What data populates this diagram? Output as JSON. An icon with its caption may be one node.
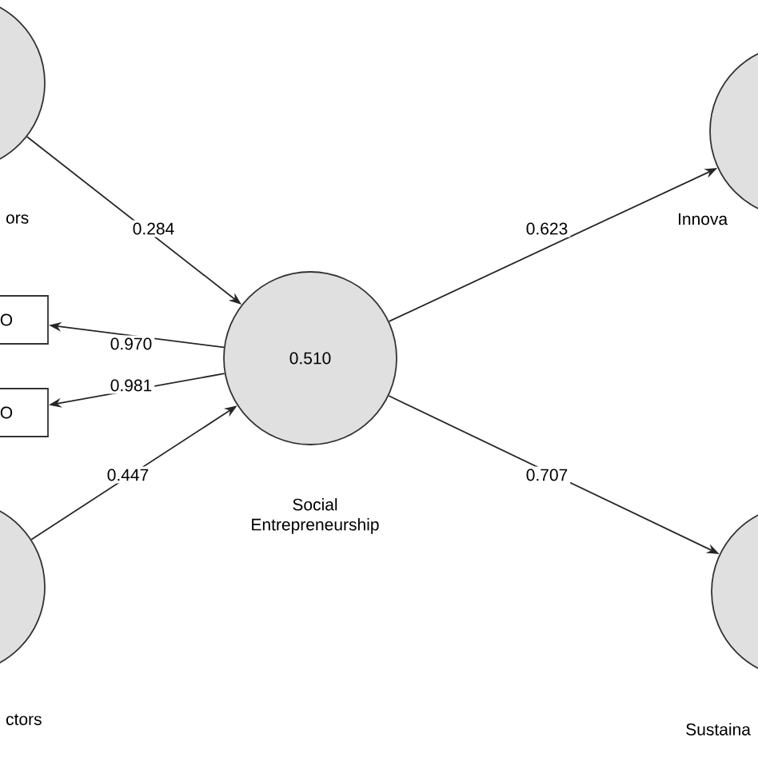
{
  "diagram": {
    "nodes": [
      {
        "text": [
          "ors"
        ]
      },
      {
        "text": [
          "Innova"
        ]
      },
      {
        "text": [
          "O"
        ]
      },
      {
        "text": [
          "O"
        ]
      },
      {
        "text": [
          "0.510",
          "Social Entrepreneurship"
        ]
      },
      {
        "text": [
          "ctors"
        ]
      },
      {
        "text": [
          "Sustaina"
        ]
      }
    ],
    "edges": [
      {
        "from": 0,
        "to": 4,
        "arrow": "to",
        "label": "0.284"
      },
      {
        "from": 4,
        "to": 1,
        "arrow": "to",
        "label": "0.623"
      },
      {
        "from": 4,
        "to": 2,
        "arrow": "to",
        "label": "0.970"
      },
      {
        "from": 4,
        "to": 3,
        "arrow": "to",
        "label": "0.981"
      },
      {
        "from": 5,
        "to": 4,
        "arrow": "to",
        "label": "0.447"
      },
      {
        "from": 4,
        "to": 6,
        "arrow": "to",
        "label": "0.707"
      }
    ]
  }
}
